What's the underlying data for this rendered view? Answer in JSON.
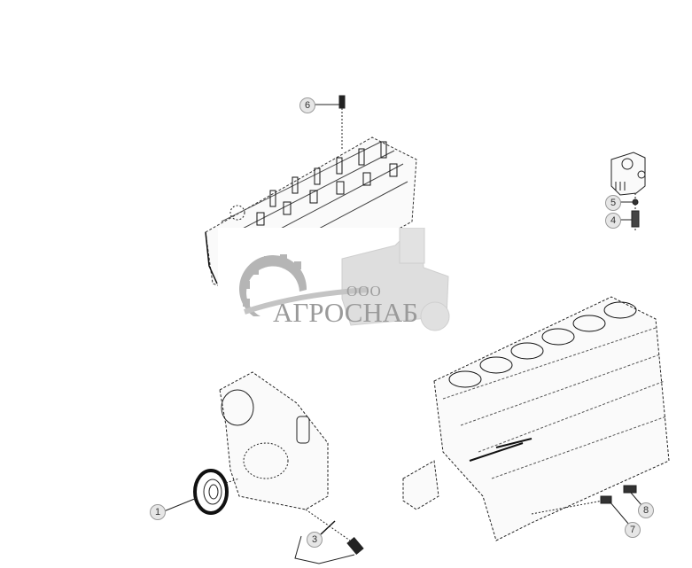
{
  "diagram": {
    "type": "exploded-parts-diagram",
    "subject": "Engine block, cylinder head, timing gear cover and sensors",
    "assemblies": [
      {
        "name": "cylinder-head",
        "label": ""
      },
      {
        "name": "engine-block",
        "label": ""
      },
      {
        "name": "front-timing-cover",
        "label": ""
      },
      {
        "name": "pump-housing",
        "label": ""
      }
    ],
    "callouts": [
      {
        "number": "1",
        "part": "gear / tone wheel"
      },
      {
        "number": "3",
        "part": "sensor with harness lead"
      },
      {
        "number": "4",
        "part": "sensor"
      },
      {
        "number": "5",
        "part": "seal ring"
      },
      {
        "number": "6",
        "part": "sensor on cylinder head"
      },
      {
        "number": "7",
        "part": "sensor on block"
      },
      {
        "number": "8",
        "part": "sensor on block"
      }
    ]
  },
  "watermark": {
    "prefix": "ООО",
    "name": "АГРОСНАБ"
  },
  "colors": {
    "background": "#ffffff",
    "line": "#1a1a1a",
    "callout_fill": "#e6e6e6",
    "callout_border": "#9a9a9a",
    "watermark": "#9a9a9a"
  }
}
